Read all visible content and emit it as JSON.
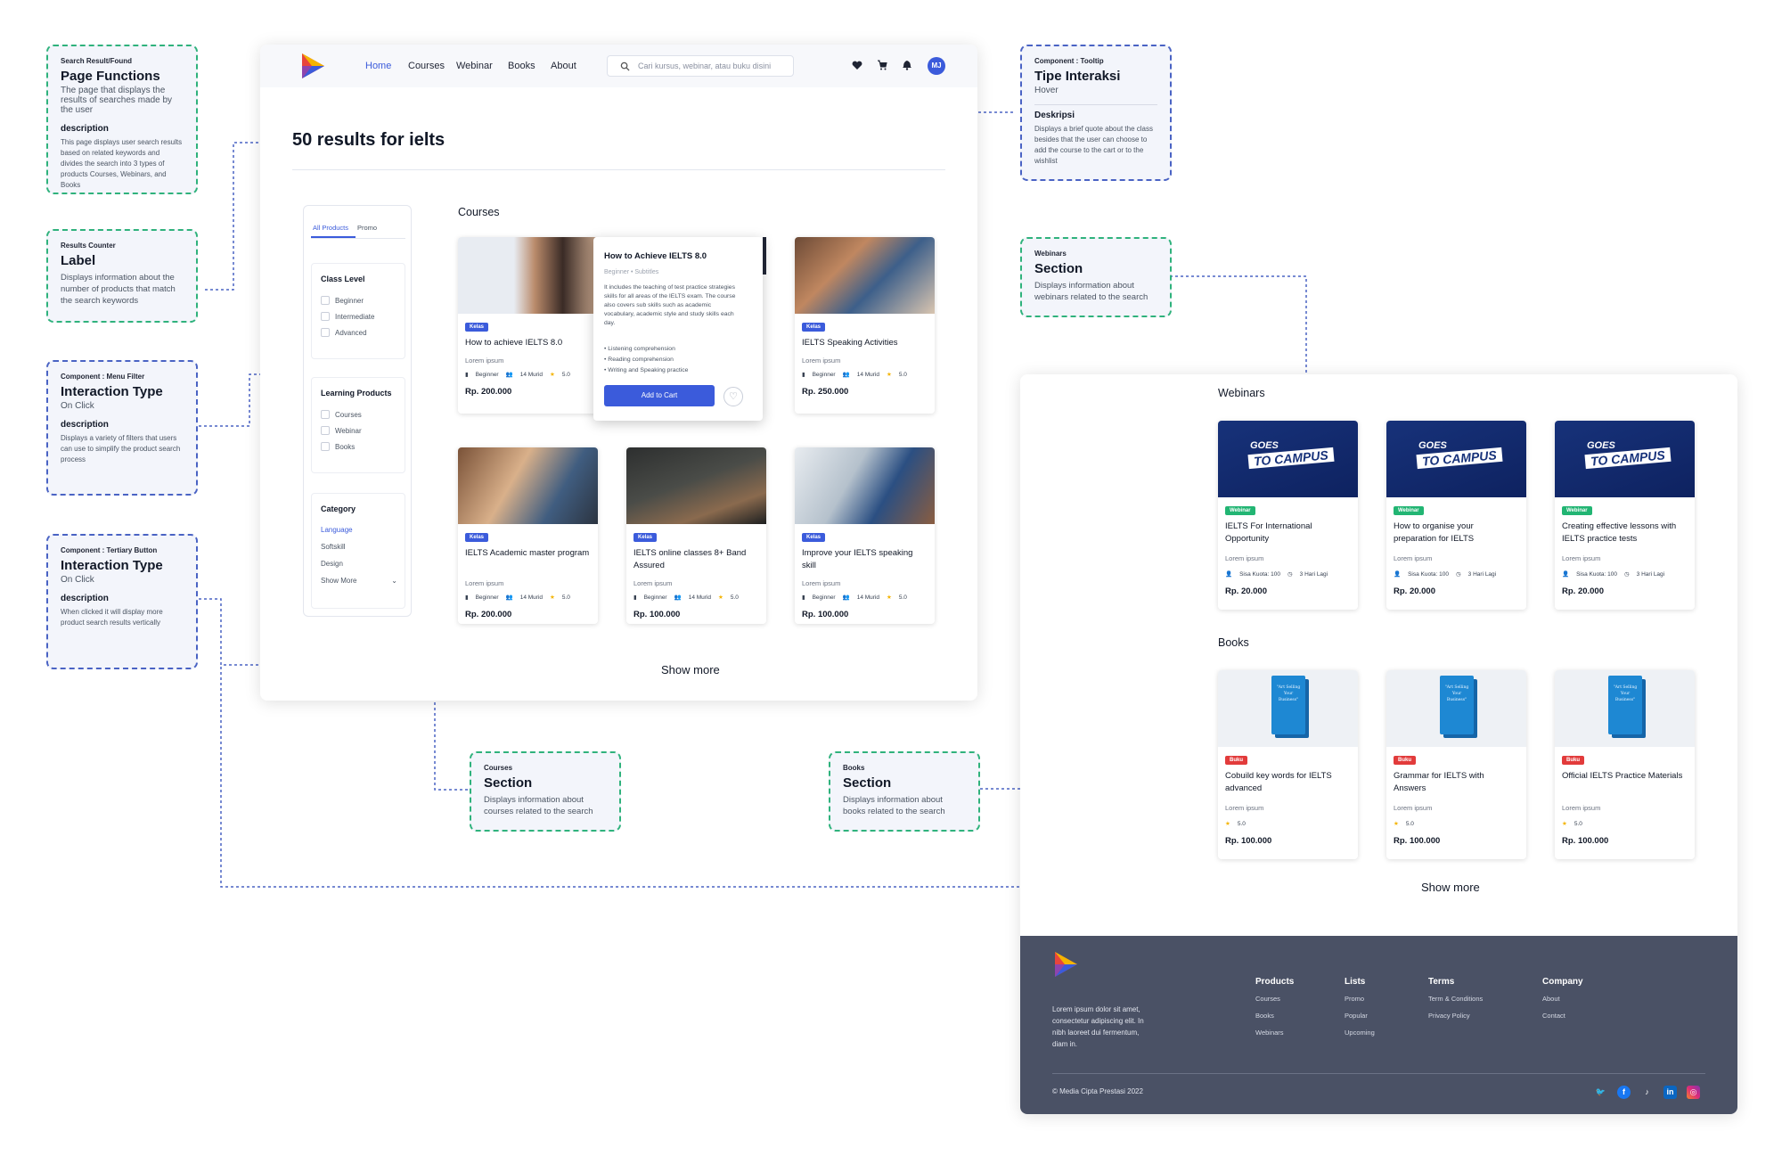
{
  "annotations": {
    "page_functions": {
      "kicker": "Search Result/Found",
      "title": "Page Functions",
      "subtitle": "The page that displays the results of searches made by the user",
      "label": "description",
      "text": "This page displays user search results based on related keywords and divides the search into 3 types of products Courses, Webinars, and Books"
    },
    "results_counter": {
      "kicker": "Results Counter",
      "title": "Label",
      "text": "Displays information about the number of products that match the search keywords"
    },
    "menu_filter": {
      "kicker": "Component : Menu Filter",
      "title": "Interaction Type",
      "subtitle": "On Click",
      "label": "description",
      "text": "Displays a variety of filters that users can use to simplify the product search process"
    },
    "tertiary_button": {
      "kicker": "Component : Tertiary Button",
      "title": "Interaction Type",
      "subtitle": "On Click",
      "label": "description",
      "text": "When clicked it will display more product search results vertically"
    },
    "tooltip": {
      "kicker": "Component : Tooltip",
      "title": "Tipe Interaksi",
      "subtitle": "Hover",
      "label": "Deskripsi",
      "text": "Displays a brief quote about the class besides that the user can choose to add the course to the cart or to the wishlist"
    },
    "webinars": {
      "kicker": "Webinars",
      "title": "Section",
      "text": "Displays information about webinars related to the search"
    },
    "courses": {
      "kicker": "Courses",
      "title": "Section",
      "text": "Displays information about courses related to the search"
    },
    "books": {
      "kicker": "Books",
      "title": "Section",
      "text": "Displays information about books related to the search"
    }
  },
  "nav": {
    "links": [
      "Home",
      "Courses",
      "Webinar",
      "Books",
      "About"
    ],
    "search_placeholder": "Cari kursus, webinar, atau buku disini",
    "avatar": "MJ"
  },
  "results": {
    "headline": "50 results for ielts"
  },
  "filter": {
    "tabs": [
      "All Products",
      "Promo"
    ],
    "class_level": {
      "title": "Class Level",
      "options": [
        "Beginner",
        "Intermediate",
        "Advanced"
      ]
    },
    "learning_products": {
      "title": "Learning Products",
      "options": [
        "Courses",
        "Webinar",
        "Books"
      ]
    },
    "category": {
      "title": "Category",
      "options": [
        "Language",
        "Softskill",
        "Design"
      ],
      "show_more": "Show More"
    }
  },
  "courses": {
    "section_title": "Courses",
    "badge": "Kelas",
    "items": [
      {
        "title": "How to achieve IELTS 8.0",
        "subtitle": "Lorem ipsum",
        "level": "Beginner",
        "students": "14 Murid",
        "rating": "5.0",
        "price": "Rp. 200.000"
      },
      {
        "title": "IELTS Speaking Activities",
        "subtitle": "Lorem ipsum",
        "level": "Beginner",
        "students": "14 Murid",
        "rating": "5.0",
        "price": "Rp. 250.000"
      },
      {
        "title": "IELTS Academic master program",
        "subtitle": "Lorem ipsum",
        "level": "Beginner",
        "students": "14 Murid",
        "rating": "5.0",
        "price": "Rp. 200.000"
      },
      {
        "title": "IELTS online classes 8+ Band Assured",
        "subtitle": "Lorem ipsum",
        "level": "Beginner",
        "students": "14 Murid",
        "rating": "5.0",
        "price": "Rp. 100.000"
      },
      {
        "title": "Improve your IELTS speaking skill",
        "subtitle": "Lorem ipsum",
        "level": "Beginner",
        "students": "14 Murid",
        "rating": "5.0",
        "price": "Rp. 100.000"
      }
    ],
    "show_more": "Show more"
  },
  "tooltip": {
    "title": "How to Achieve IELTS 8.0",
    "meta": "Beginner  •  Subtitles",
    "description": "It includes the teaching of test practice strategies skills for all areas of the IELTS exam. The course also covers sub skills such as academic vocabulary, academic style and study skills each day.",
    "bullets": [
      "Listening comprehension",
      "Reading comprehension",
      "Writing and Speaking practice"
    ],
    "button": "Add to Cart"
  },
  "webinars": {
    "section_title": "Webinars",
    "badge": "Webinar",
    "banner_top": "GOES",
    "banner_bottom": "TO CAMPUS",
    "items": [
      {
        "title": "IELTS For International Opportunity",
        "subtitle": "Lorem ipsum",
        "quota": "Sisa Kuota: 100",
        "days": "3 Hari Lagi",
        "price": "Rp. 20.000"
      },
      {
        "title": "How to organise your preparation for IELTS",
        "subtitle": "Lorem ipsum",
        "quota": "Sisa Kuota: 100",
        "days": "3 Hari Lagi",
        "price": "Rp. 20.000"
      },
      {
        "title": "Creating effective lessons with IELTS practice tests",
        "subtitle": "Lorem ipsum",
        "quota": "Sisa Kuota: 100",
        "days": "3 Hari Lagi",
        "price": "Rp. 20.000"
      }
    ]
  },
  "books": {
    "section_title": "Books",
    "badge": "Buku",
    "cover_text": "\"Art Selling Your Business\"",
    "items": [
      {
        "title": "Cobuild key words for IELTS advanced",
        "subtitle": "Lorem ipsum",
        "rating": "5.0",
        "price": "Rp. 100.000"
      },
      {
        "title": "Grammar for IELTS with Answers",
        "subtitle": "Lorem ipsum",
        "rating": "5.0",
        "price": "Rp. 100.000"
      },
      {
        "title": "Official IELTS Practice Materials",
        "subtitle": "Lorem ipsum",
        "rating": "5.0",
        "price": "Rp. 100.000"
      }
    ],
    "show_more": "Show more"
  },
  "footer": {
    "description": "Lorem ipsum dolor sit amet, consectetur adipiscing elit. In nibh laoreet dui fermentum, diam in.",
    "columns": [
      {
        "title": "Products",
        "items": [
          "Courses",
          "Books",
          "Webinars"
        ]
      },
      {
        "title": "Lists",
        "items": [
          "Promo",
          "Popular",
          "Upcoming"
        ]
      },
      {
        "title": "Terms",
        "items": [
          "Term & Conditions",
          "Privacy Policy"
        ]
      },
      {
        "title": "Company",
        "items": [
          "About",
          "Contact"
        ]
      }
    ],
    "copyright": "© Media Cipta Prestasi 2022"
  },
  "colors": {
    "accent": "#3b5bdb",
    "annotation_green": "#2fb27c",
    "annotation_blue": "#4a63c4",
    "footer": "#4a5165",
    "badge_webinar": "#22b573",
    "badge_book": "#e23b3b"
  }
}
